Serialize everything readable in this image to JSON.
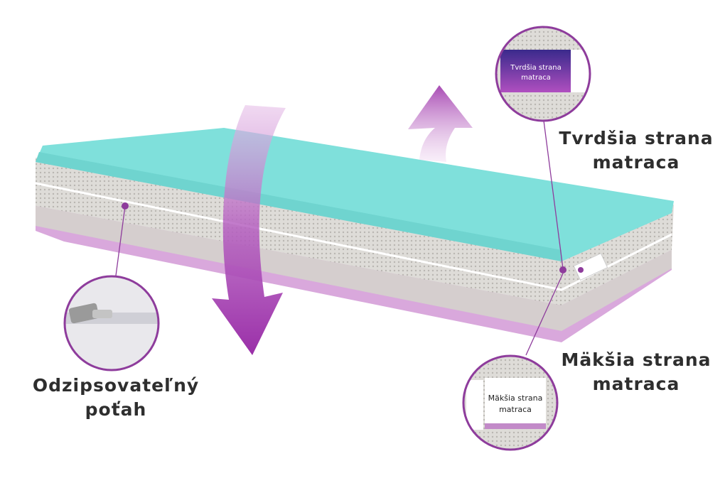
{
  "callouts": {
    "zipper": {
      "line1": "Odzipsovateľný",
      "line2": "poťah"
    },
    "hard_side": {
      "line1": "Tvrdšia strana",
      "line2": "matraca"
    },
    "soft_side": {
      "line1": "Mäkšia strana",
      "line2": "matraca"
    }
  },
  "tags": {
    "hard_tag": {
      "line1": "Tvrdšia strana",
      "line2": "matraca"
    },
    "soft_tag": {
      "line1": "Mäkšia strana",
      "line2": "matraca"
    }
  },
  "colors": {
    "top_layer": "#7fe0db",
    "fabric": "#dcdad6",
    "bottom_layer": "#d9a8dc",
    "arrow": "#a23fb0",
    "accent": "#8e3c9c"
  }
}
